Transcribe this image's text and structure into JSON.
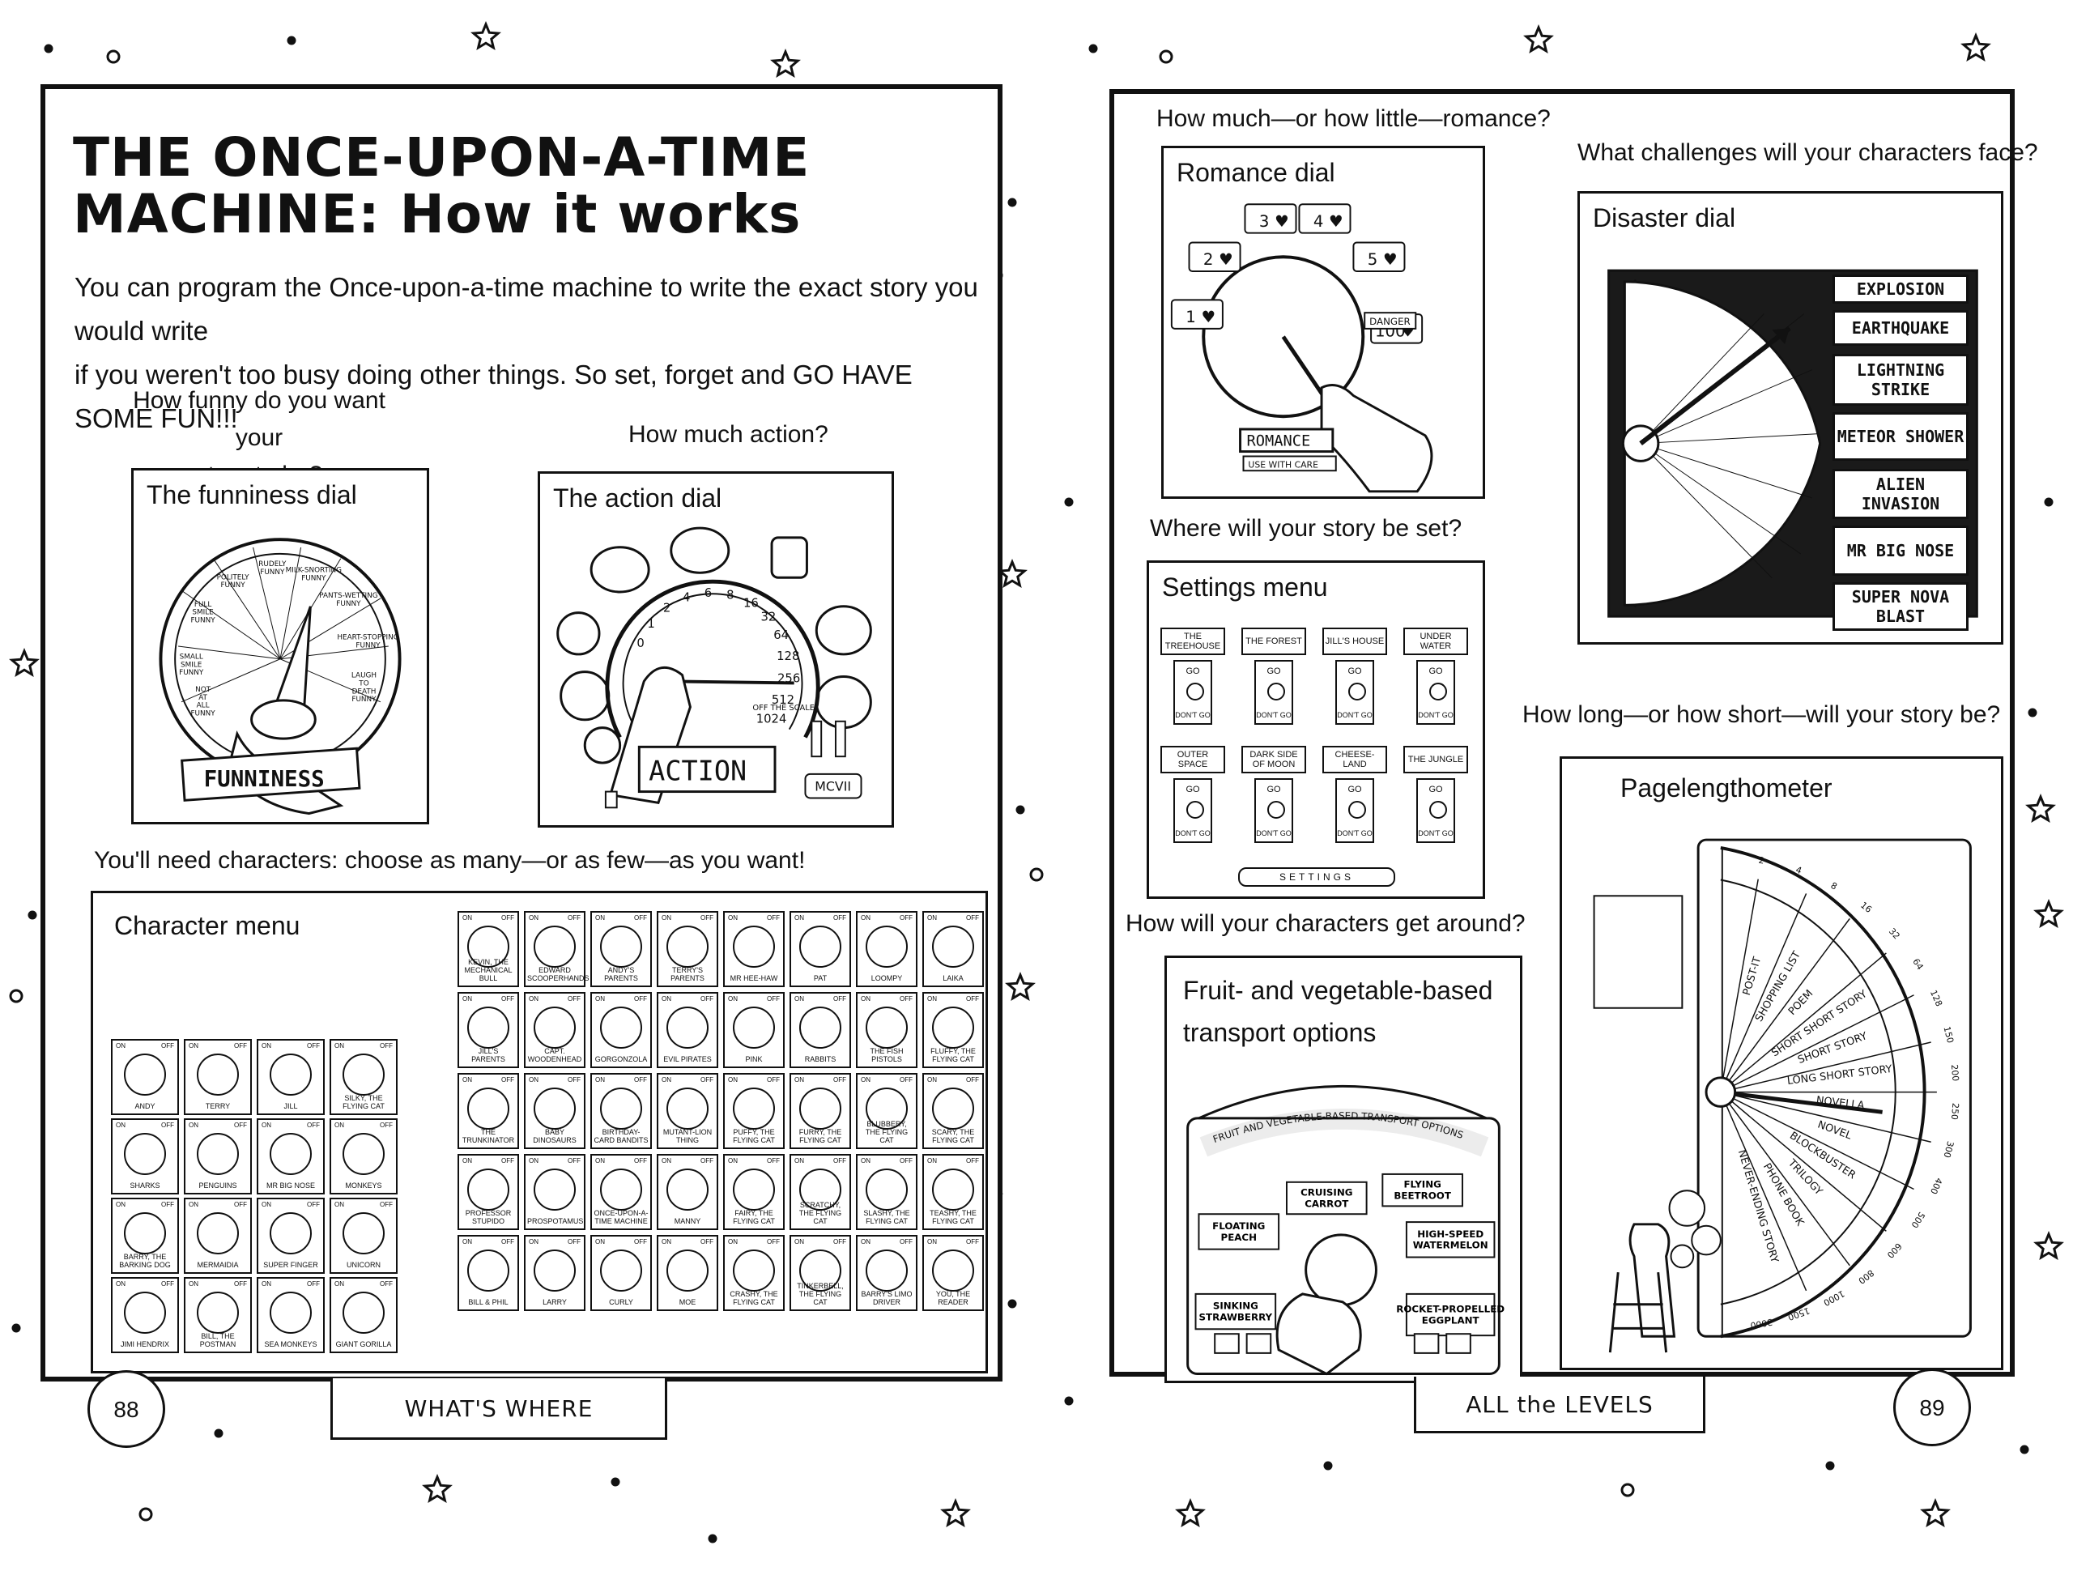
{
  "left_page": {
    "title_line1": "THE ONCE-UPON-A-TIME",
    "title_line2": "MACHINE: How it works",
    "intro_line1": "You can program the Once-upon-a-time machine to write the exact story you would write",
    "intro_line2": "if you weren't too busy doing other things. So set, forget and GO HAVE SOME FUN!!!",
    "funny_question_line1": "How funny do you want your",
    "funny_question_line2": "story to be?",
    "action_question": "How much action?",
    "funniness_panel": {
      "label": "The funniness dial",
      "dial_segments": [
        "FULL SMILE FUNNY",
        "POLITELY FUNNY",
        "RUDELY FUNNY",
        "MILK-SNORTING FUNNY",
        "PANTS-WETTING FUNNY",
        "HEART-STOPPING FUNNY",
        "LAUGH TO DEATH FUNNY",
        "SMALL SMILE FUNNY",
        "NOT AT ALL FUNNY"
      ],
      "plate_text": "FUNNINESS"
    },
    "action_panel": {
      "label": "The action dial",
      "dial_numbers": [
        "0",
        "1",
        "2",
        "4",
        "6",
        "8",
        "16",
        "32",
        "64",
        "128",
        "256",
        "512",
        "1024"
      ],
      "off_scale_text": "OFF THE SCALE",
      "plate_text": "ACTION",
      "badge_text": "MCVII"
    },
    "characters_question": "You'll need characters: choose as many—or as few—as you want!",
    "character_panel": {
      "label": "Character menu",
      "on_label": "ON",
      "off_label": "OFF",
      "top_rows": [
        [
          "KEVIN, THE MECHANICAL BULL",
          "EDWARD SCOOPERHANDS",
          "ANDY'S PARENTS",
          "TERRY'S PARENTS",
          "MR HEE-HAW",
          "PAT",
          "LOOMPY",
          "LAIKA"
        ],
        [
          "JILL'S PARENTS",
          "CAPT. WOODENHEAD",
          "GORGONZOLA",
          "EVIL PIRATES",
          "PINK",
          "RABBITS",
          "THE FISH PISTOLS",
          "FLUFFY, THE FLYING CAT"
        ],
        [
          "THE TRUNKINATOR",
          "BABY DINOSAURS",
          "BIRTHDAY-CARD BANDITS",
          "MUTANT-LION THING",
          "PUFFY, THE FLYING CAT",
          "FURRY, THE FLYING CAT",
          "BLUBBERY, THE FLYING CAT",
          "SCARY, THE FLYING CAT"
        ],
        [
          "PROFESSOR STUPIDO",
          "PROSPOTAMUS",
          "ONCE-UPON-A-TIME MACHINE",
          "MANNY",
          "FAIRY, THE FLYING CAT",
          "SCRATCHY, THE FLYING CAT",
          "SLASHY, THE FLYING CAT",
          "TEASHY, THE FLYING CAT"
        ],
        [
          "BILL & PHIL",
          "LARRY",
          "CURLY",
          "MOE",
          "CRASHY, THE FLYING CAT",
          "TINKERBELL, THE FLYING CAT",
          "BARRY'S LIMO DRIVER",
          "YOU, THE READER"
        ]
      ],
      "left_rows": [
        [
          "ANDY",
          "TERRY",
          "JILL",
          "SILKY, THE FLYING CAT"
        ],
        [
          "SHARKS",
          "PENGUINS",
          "MR BIG NOSE",
          "MONKEYS"
        ],
        [
          "BARRY, THE BARKING DOG",
          "MERMAIDIA",
          "SUPER FINGER",
          "UNICORN"
        ],
        [
          "JIMI HENDRIX",
          "BILL, THE POSTMAN",
          "SEA MONKEYS",
          "GIANT GORILLA"
        ]
      ]
    },
    "page_number": "88",
    "footer_tab": "WHAT'S WHERE"
  },
  "right_page": {
    "romance_question": "How much—or how little—romance?",
    "romance_panel": {
      "label": "Romance dial",
      "hearts": [
        "1",
        "2",
        "3",
        "4",
        "5",
        "100"
      ],
      "heart_glyph": "♥",
      "danger_text": "DANGER",
      "plate_text": "ROMANCE",
      "caption": "USE WITH CARE"
    },
    "challenges_question": "What challenges will your characters face?",
    "disaster_panel": {
      "label": "Disaster dial",
      "options": [
        "EXPLOSION",
        "EARTHQUAKE",
        "LIGHTNING STRIKE",
        "METEOR SHOWER",
        "ALIEN INVASION",
        "MR BIG NOSE",
        "SUPER NOVA BLAST"
      ]
    },
    "setting_question": "Where will your story be set?",
    "settings_panel": {
      "label": "Settings menu",
      "go_label": "GO",
      "dont_go_label": "DON'T GO",
      "places": [
        "THE TREEHOUSE",
        "THE FOREST",
        "JILL'S HOUSE",
        "UNDER WATER",
        "OUTER SPACE",
        "DARK SIDE OF MOON",
        "CHEESE-LAND",
        "THE JUNGLE"
      ],
      "plate_text": "SETTINGS"
    },
    "length_question": "How long—or how short—will your story be?",
    "length_panel": {
      "label": "Pagelengthometer",
      "bands": [
        "POST-IT",
        "SHOPPING LIST",
        "POEM",
        "SHORT SHORT STORY",
        "SHORT STORY",
        "LONG SHORT STORY",
        "NOVELLA",
        "NOVEL",
        "BLOCKBUSTER",
        "TRILOGY",
        "PHONE BOOK",
        "NEVER-ENDING STORY"
      ],
      "ticks": [
        "2",
        "4",
        "8",
        "16",
        "32",
        "64",
        "128",
        "150",
        "200",
        "250",
        "300",
        "400",
        "500",
        "600",
        "800",
        "1000",
        "1500",
        "3000"
      ]
    },
    "transport_question": "How will your characters get around?",
    "transport_panel": {
      "label_line1": "Fruit- and vegetable-based",
      "label_line2": "transport options",
      "banner": "FRUIT AND VEGETABLE-BASED TRANSPORT OPTIONS",
      "options": [
        "CRUISING CARROT",
        "FLYING BEETROOT",
        "FLOATING PEACH",
        "HIGH-SPEED WATERMELON",
        "SINKING STRAWBERRY",
        "ROCKET-PROPELLED EGGPLANT"
      ]
    },
    "page_number": "89",
    "footer_tab": "ALL the LEVELS"
  }
}
